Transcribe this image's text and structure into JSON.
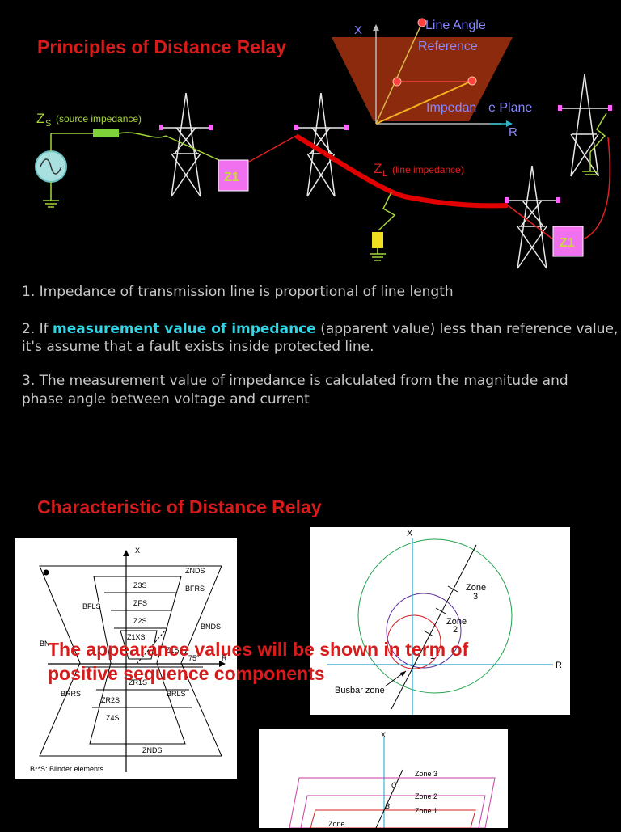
{
  "titles": {
    "principles": "Principles of Distance Relay",
    "characteristic": "Characteristic of Distance Relay"
  },
  "diagram": {
    "zs_main": "Z",
    "zs_sub": "S",
    "zs_note": "(source impedance)",
    "zl_main": "Z",
    "zl_sub": "L",
    "zl_note": "(line impedance)",
    "relay_label": "Z1",
    "x_axis": "X",
    "r_axis": "R",
    "line_angle": "Line Angle",
    "reference": "Reference",
    "impedance_plane_a": "Impedan",
    "impedance_plane_b": "e Plane"
  },
  "points": {
    "p1": "1. Impedance of transmission line is proportional of line length",
    "p2_prefix": "2. If ",
    "p2_highlight": "measurement value of impedance",
    "p2_suffix": " (apparent value) less than reference value,",
    "p2_line2": "it's assume that a fault exists inside protected line.",
    "p3_line1": "3. The measurement value of impedance is calculated from the magnitude and",
    "p3_line2": "phase angle between voltage and current"
  },
  "overlay": {
    "line1": "The appearance values will be shown in term of",
    "line2": "positive sequence components"
  },
  "quad_diagram": {
    "x": "X",
    "r": "R",
    "znds_top": "ZNDS",
    "z3s": "Z3S",
    "bfrs": "BFRS",
    "zfs": "ZFS",
    "bfls": "BFLS",
    "z2s": "Z2S",
    "bnds": "BNDS",
    "z1xs": "Z1XS",
    "bnrs": "BN",
    "z1s": "ZR1S",
    "z1s_short": "Z1S",
    "angle": "75°",
    "brrs": "BRRS",
    "zr2s": "ZR2S",
    "brls": "BRLS",
    "z4s": "Z4S",
    "znds_bottom": "ZNDS",
    "caption": "B**S: Blinder elements"
  },
  "mho_diagram": {
    "x": "X",
    "r": "R",
    "zone3_a": "Zone",
    "zone3_b": "3",
    "zone2_a": "Zone",
    "zone2_b": "2",
    "zone1": "1",
    "busbar": "Busbar zone"
  },
  "poly_diagram": {
    "x": "X",
    "zone3": "Zone 3",
    "zone2": "Zone 2",
    "zone1": "Zone 1",
    "c": "C",
    "b": "B",
    "zone_partial": "Zone"
  }
}
